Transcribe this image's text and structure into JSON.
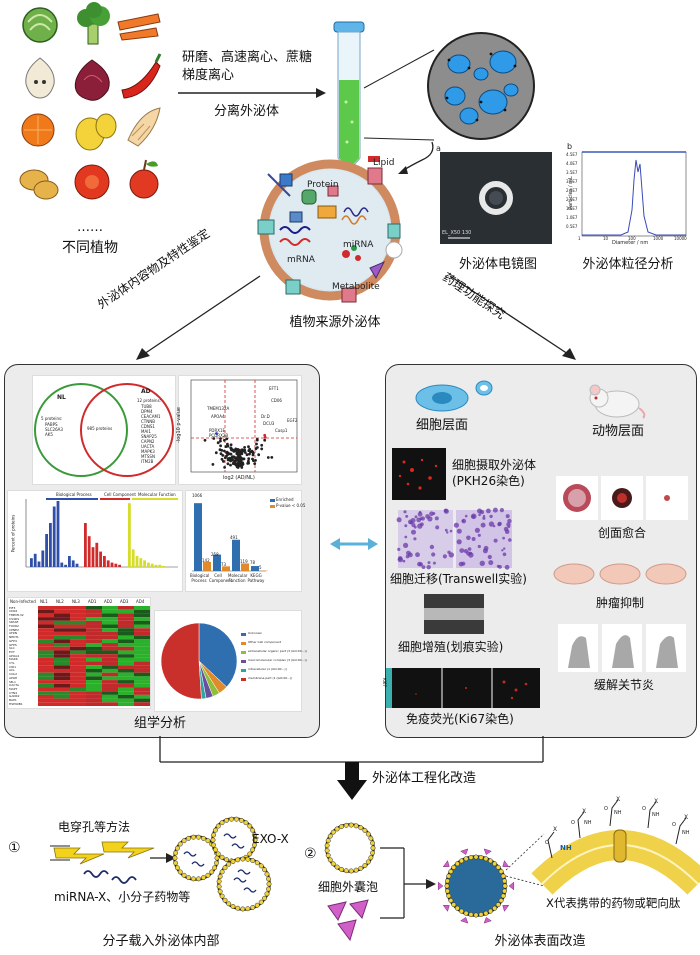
{
  "plants": {
    "ellipsis": "……",
    "label": "不同植物"
  },
  "process": {
    "line1": "研磨、高速离心、蔗糖",
    "line2": "梯度离心",
    "arrow_label": "分离外泌体"
  },
  "vesicle": {
    "labels": {
      "protein": "Protein",
      "lipid": "Lipid",
      "mirna": "miRNA",
      "mrna": "mRNA",
      "metabolite": "Metabolite"
    },
    "caption": "植物来源外泌体"
  },
  "tem": {
    "panel_letter": "a",
    "scale_text": "EL_X50 130",
    "caption": "外泌体电镜图"
  },
  "nta": {
    "panel_letter": "b",
    "xlabel": "Diameter / nm",
    "ylabel": "Particles / mL",
    "caption": "外泌体粒径分析",
    "ticks_x": [
      "1",
      "10",
      "100",
      "1000",
      "10000"
    ],
    "ticks_y": [
      "0.5E7",
      "1.0E7",
      "1.5E7",
      "2.0E7",
      "2.5E7",
      "3.0E7",
      "3.5E7",
      "4.0E7",
      "4.5E7"
    ]
  },
  "arrows": {
    "left_label": "外泌体内容物及特性鉴定",
    "right_label": "药理功能探究"
  },
  "omics": {
    "caption": "组学分析",
    "venn": {
      "left_title": "NL",
      "right_title": "AD",
      "left_count": "5 proteins:",
      "left_proteins": [
        "PABPS",
        "SLC26A3",
        "AK5"
      ],
      "center": "985 proteins",
      "right_count": "12 proteins:",
      "right_proteins": [
        "TUB8",
        "DPM4",
        "CEACAM1",
        "CTNNB",
        "CDNS1",
        "MAI1",
        "SNAP25",
        "CAPN2",
        "UACTA",
        "MAPK3",
        "MTSSN",
        "ITM2B"
      ]
    },
    "volcano": {
      "xlabel": "log2 (AD/NL)",
      "ylabel": "-log10 p-value",
      "labels": [
        "TMEM132A",
        "APOA4",
        "PDRX1E",
        "PCDRX2B",
        "EFT1",
        "CD06",
        "Dr.D",
        "DCU3",
        "EGF2",
        "Casp1"
      ]
    },
    "go_bar": {
      "headers": [
        "Biological Process",
        "Cell Component",
        "Molecular Function"
      ],
      "ylabel": "Percent of proteins"
    },
    "enrich_bar": {
      "categories": [
        "Biological Process",
        "Cell Component",
        "Molecular Function",
        "KEGG Pathway"
      ],
      "enriched": [
        1066,
        258,
        491,
        78
      ],
      "pvalue": [
        142,
        73,
        119,
        5
      ],
      "legend": [
        "Enriched",
        "P-value < 0.05"
      ]
    },
    "heatmap": {
      "columns": [
        "Non-Infected",
        "NL1",
        "NL2",
        "NL3",
        "AD1",
        "AD2",
        "AD3",
        "AD4"
      ],
      "rows": [
        "EIF3",
        "CD06",
        "TMEM132",
        "CS4DS",
        "SPASE",
        "FOXR2",
        "CPNE2",
        "ATRN",
        "NEDTL",
        "GFP4",
        "GFPS",
        "SLC",
        "EVT",
        "APOA4",
        "MARK",
        "CTL",
        "CIR1",
        "ACL",
        "COL2",
        "APOE",
        "SB-1",
        "UACTA",
        "MAPT",
        "CTN4",
        "GANK2",
        "BAP1",
        "HSP90B1"
      ]
    },
    "pie": {
      "slices": [
        {
          "label": "Unknown",
          "value": 37,
          "color": "#2f6fb0"
        },
        {
          "label": "Other Cell component",
          "value": 4,
          "color": "#e08a2c"
        },
        {
          "label": "extracellular organic part (3 (GO:00...))",
          "value": 3,
          "color": "#8fbf3a"
        },
        {
          "label": "macromolecular complex (3 (GO:00...))",
          "value": 3,
          "color": "#6a4fa0"
        },
        {
          "label": "intracellular (1 (GO:00...))",
          "value": 2,
          "color": "#2ba7a0"
        },
        {
          "label": "membrane part (1 (GO:00...))",
          "value": 51,
          "color": "#c9302c"
        }
      ]
    }
  },
  "pharma": {
    "cell_level": "细胞层面",
    "animal_level": "动物层面",
    "uptake": "细胞摄取外泌体",
    "uptake_sub": "(PKH26染色)",
    "migration": "细胞迁移(Transwell实验)",
    "proliferation": "细胞增殖(划痕实验)",
    "immuno": "免疫荧光(Ki67染色)",
    "ki67_side": "Ki67",
    "wound": "创面愈合",
    "tumor": "肿瘤抑制",
    "arthritis": "缓解关节炎"
  },
  "engineering": {
    "arrow_label": "外泌体工程化改造",
    "method1_num": "①",
    "method1_text": "电穿孔等方法",
    "cargo_text": "miRNA-X、小分子药物等",
    "exo_label": "EXO-X",
    "caption1": "分子载入外泌体内部",
    "method2_num": "②",
    "vesicle_label": "细胞外囊泡",
    "caption2": "外泌体表面改造",
    "x_note": "X代表携带的药物或靶向肽",
    "x_mark": "X",
    "nh_mark": "NH",
    "o_mark": "O"
  }
}
